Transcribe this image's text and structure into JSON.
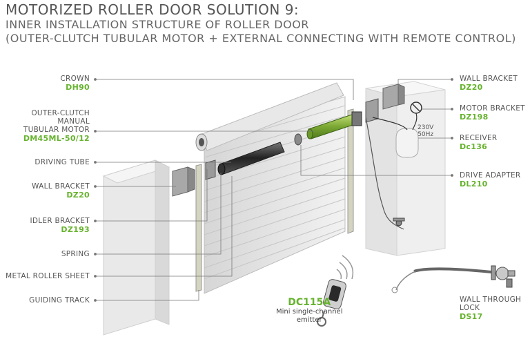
{
  "title": {
    "line1": "MOTORIZED ROLLER DOOR SOLUTION 9:",
    "line2": "INNER  INSTALLATION STRUCTURE OF ROLLER DOOR",
    "line3": "(OUTER-CLUTCH TUBULAR MOTOR + EXTERNAL CONNECTING WITH REMOTE CONTROL)"
  },
  "left_labels": [
    {
      "name": "CROWN",
      "code": "DH90"
    },
    {
      "name": "OUTER-CLUTCH\nMANUAL\nTUBULAR MOTOR",
      "code": "DM45ML-50/12"
    },
    {
      "name": "DRIVING TUBE",
      "code": ""
    },
    {
      "name": "WALL BRACKET",
      "code": "DZ20"
    },
    {
      "name": "IDLER BRACKET",
      "code": "DZ193"
    },
    {
      "name": "SPRING",
      "code": ""
    },
    {
      "name": "METAL ROLLER SHEET",
      "code": ""
    },
    {
      "name": "GUIDING TRACK",
      "code": ""
    }
  ],
  "right_labels": [
    {
      "name": "WALL BRACKET",
      "code": "DZ20"
    },
    {
      "name": "MOTOR BRACKET",
      "code": "DZ198"
    },
    {
      "name": "RECEIVER",
      "code": "Dc136"
    },
    {
      "name": "DRIVE ADAPTER",
      "code": "DL210"
    },
    {
      "name": "WALL THROUGH\nLOCK",
      "code": "DS17"
    }
  ],
  "emitter": {
    "code": "DC115A",
    "desc": "Mini single-channel\nemitter"
  },
  "voltage": {
    "line1": "230V",
    "line2": "50Hz"
  },
  "colors": {
    "accent_green": "#66b32e",
    "motor_green": "#8cb43c",
    "wall": "#ececec",
    "metal": "#b9b9b9"
  }
}
